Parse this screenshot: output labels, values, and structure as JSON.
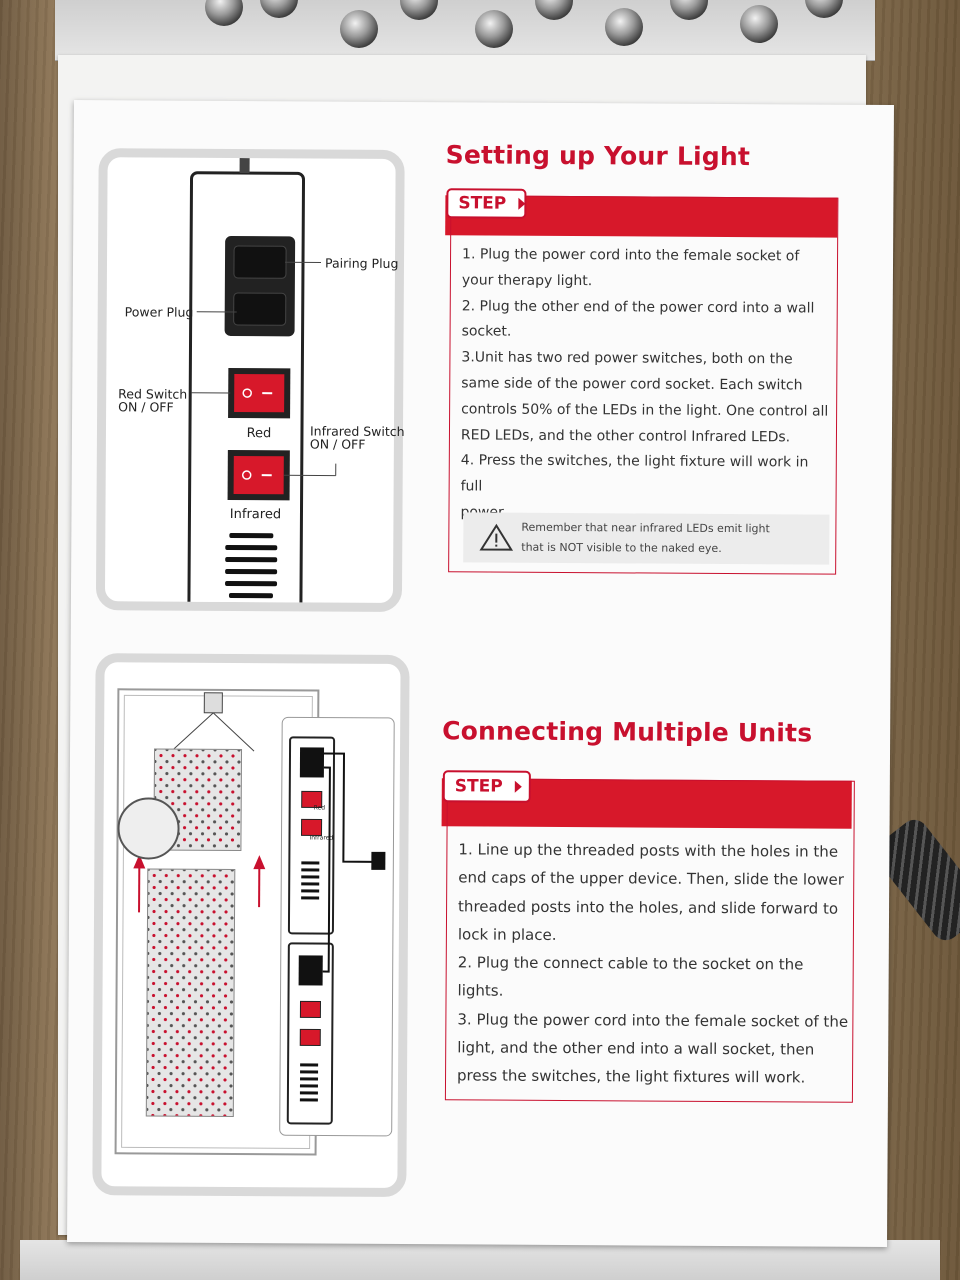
{
  "section1": {
    "title": "Setting up Your Light",
    "step_label": "STEP",
    "lines": [
      "1. Plug the power cord into the female socket of",
      "your therapy light.",
      "2. Plug the other end of the power cord into a wall",
      "socket.",
      "3.Unit has two red power switches, both on the",
      "same side of the power cord socket. Each switch",
      "controls 50% of the LEDs in the light. One control all",
      "RED LEDs, and the other control Infrared LEDs.",
      "4. Press the switches, the light fixture will work in full",
      "power."
    ],
    "warning_lines": [
      "Remember that near infrared LEDs emit light",
      "that is NOT visible to the naked eye."
    ]
  },
  "section2": {
    "title": "Connecting Multiple Units",
    "step_label": "STEP",
    "lines": [
      "1. Line up the threaded posts with the holes in the",
      "end caps of the upper device. Then, slide the lower",
      "threaded posts into the holes, and slide forward to",
      "lock in place.",
      "2. Plug the connect cable to the socket on the",
      "lights.",
      "3. Plug the power cord into the female socket of the",
      "light, and the other end into a wall socket, then",
      "press the switches, the light fixtures will work."
    ]
  },
  "figure1": {
    "pairing_plug": "Pairing Plug",
    "power_plug": "Power Plug",
    "red_switch_1": "Red Switch",
    "red_switch_2": "ON / OFF",
    "red": "Red",
    "infrared_switch_1": "Infrared Switch",
    "infrared_switch_2": "ON / OFF",
    "infrared": "Infrared"
  },
  "figure2": {
    "red_small": "Red",
    "infrared_small": "Infrared"
  },
  "colors": {
    "accent": "#c8102e",
    "bar": "#d7182a"
  }
}
